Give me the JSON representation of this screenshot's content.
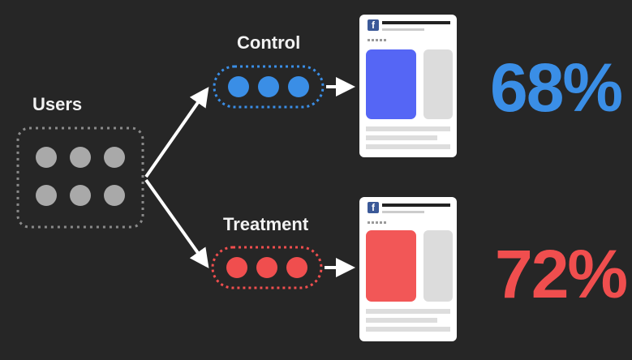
{
  "labels": {
    "users": "Users",
    "control": "Control",
    "treatment": "Treatment"
  },
  "results": {
    "control_pct": "68%",
    "treatment_pct": "72%"
  },
  "icons": {
    "ad_brand": "f"
  },
  "colors": {
    "background": "#262626",
    "users_dot": "#a9a9a9",
    "control": "#3a8ee6",
    "treatment": "#f04e4e",
    "control_ad": "#5566f5",
    "treatment_ad": "#f25757",
    "facebook": "#3b5998",
    "arrow": "#ffffff"
  }
}
